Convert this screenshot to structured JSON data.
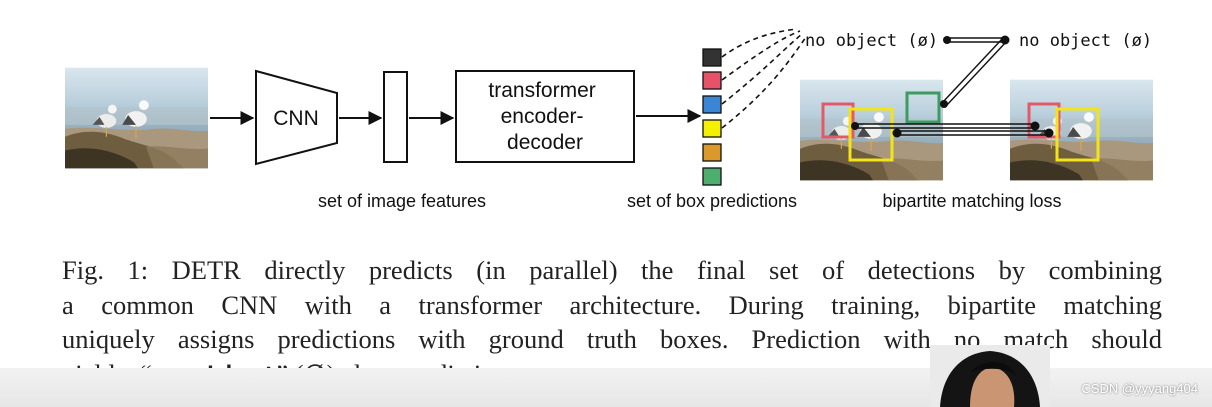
{
  "diagram": {
    "cnn_label": "CNN",
    "transformer_label": [
      "transformer",
      "encoder-",
      "decoder"
    ],
    "features_label": "set of image features",
    "predictions_label": "set of box predictions",
    "matching_label": "bipartite matching loss",
    "no_object_left": "no object (ø)",
    "no_object_right": "no object (ø)",
    "prediction_colors": [
      "#333333",
      "#e8516a",
      "#3a86d6",
      "#f5ef00",
      "#d99a2b",
      "#4caf6e"
    ],
    "box_colors": {
      "red": "#e25a6a",
      "yellow": "#f2e417",
      "green": "#3f9a62"
    }
  },
  "caption": {
    "line1": "Fig. 1: DETR directly predicts (in parallel) the final set of detections by combining",
    "line2": "a common CNN with a transformer architecture. During training, bipartite matching",
    "line3": "uniquely assigns predictions with ground truth boxes. Prediction with no match should",
    "line4_pre": "yield a “",
    "line4_code": "no object",
    "line4_post": "” (∅) class prediction."
  },
  "watermark": "CSDN @yyyang404"
}
